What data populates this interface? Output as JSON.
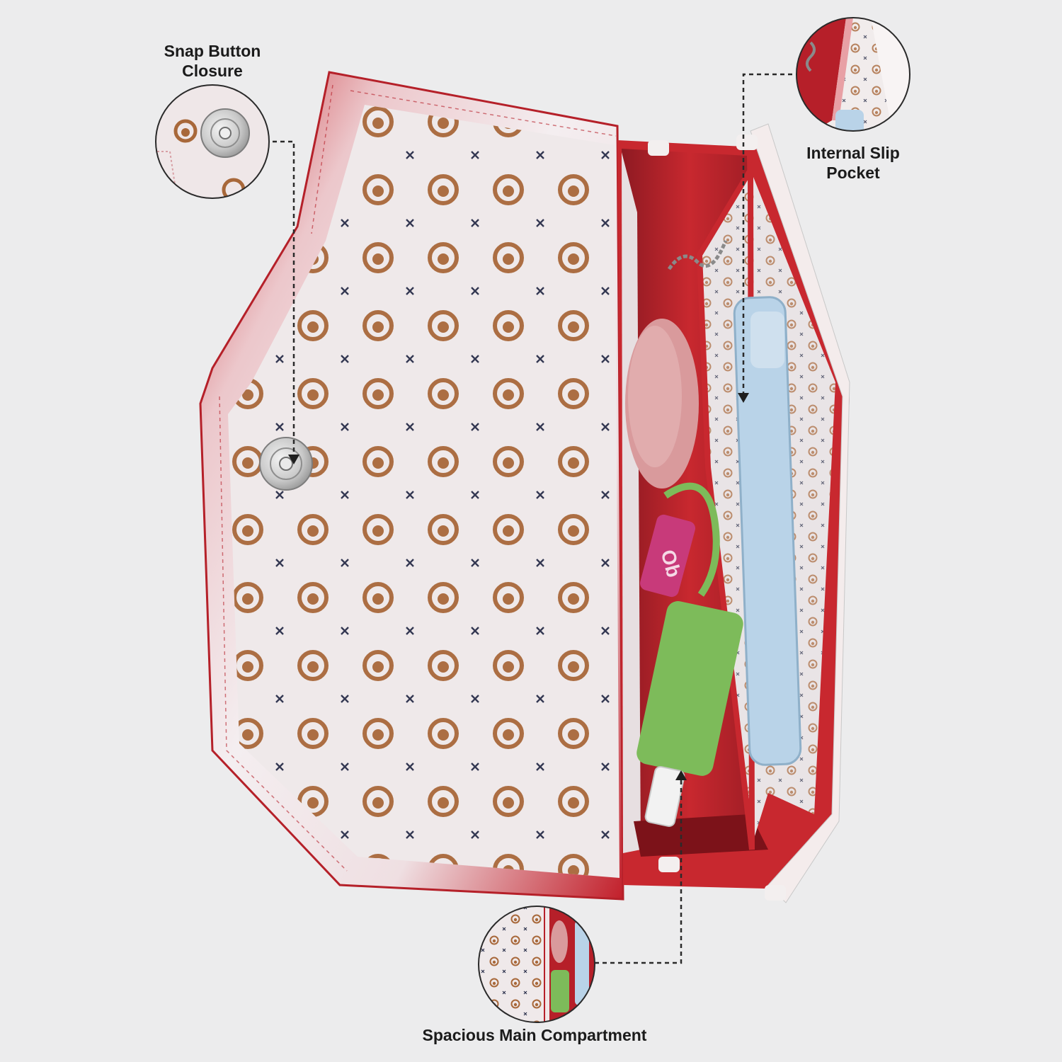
{
  "callouts": {
    "snap_button": {
      "line1": "Snap Button",
      "line2": "Closure"
    },
    "slip_pocket": {
      "line1": "Internal Slip",
      "line2": "Pocket"
    },
    "main_compartment": {
      "line1": "Spacious Main Compartment"
    }
  },
  "colors": {
    "background": "#ececed",
    "bag_red": "#c8282f",
    "lining": "#efe9ea",
    "monogram": "#a8683a",
    "cross_mark": "#2a2f4a",
    "phone": "#b9d3e8",
    "sanitizer": "#7dbb5a",
    "compact": "#d99a9c"
  },
  "icons": [
    "snap-button-icon",
    "monogram-circle-icon",
    "cross-icon"
  ]
}
